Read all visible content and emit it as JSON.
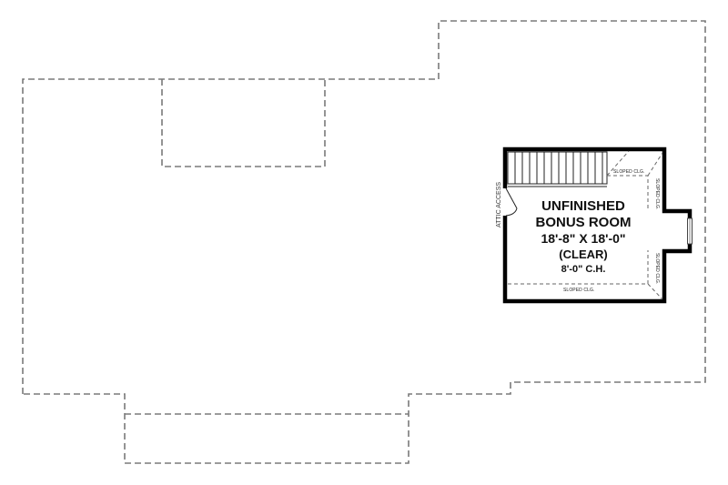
{
  "plan": {
    "type": "floor-plan",
    "level": "bonus / attic level",
    "line_color": "#7a7a7a",
    "wall_color": "#000000"
  },
  "room": {
    "title_line1": "UNFINISHED",
    "title_line2": "BONUS ROOM",
    "dimensions": "18'-8\" X 18'-0\"",
    "clear_note": "(CLEAR)",
    "ceiling_height": "8'-0\" C.H."
  },
  "annotations": {
    "attic_access": "ATTIC ACCESS",
    "sloped_top": "SLOPED CLG.",
    "sloped_right_upper": "SLOPED CLG.",
    "sloped_right_lower": "SLOPED CLG.",
    "sloped_bottom": "SLOPED CLG."
  }
}
